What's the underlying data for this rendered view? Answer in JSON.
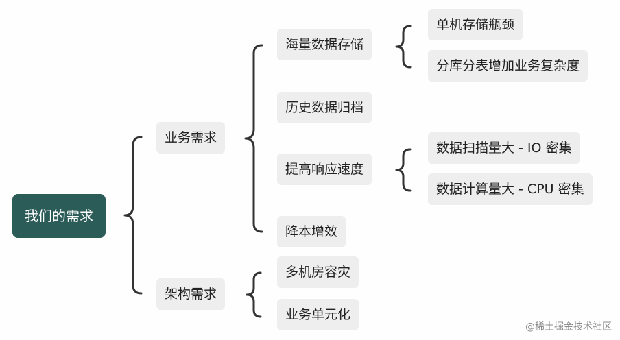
{
  "mindmap": {
    "root": "我们的需求",
    "branches": [
      {
        "label": "业务需求",
        "children": [
          {
            "label": "海量数据存储",
            "children": [
              "单机存储瓶颈",
              "分库分表增加业务复杂度"
            ]
          },
          {
            "label": "历史数据归档",
            "children": []
          },
          {
            "label": "提高响应速度",
            "children": [
              "数据扫描量大 - IO 密集",
              "数据计算量大 - CPU 密集"
            ]
          },
          {
            "label": "降本增效",
            "children": []
          }
        ]
      },
      {
        "label": "架构需求",
        "children": [
          {
            "label": "多机房容灾",
            "children": []
          },
          {
            "label": "业务单元化",
            "children": []
          }
        ]
      }
    ]
  },
  "watermark": "@稀土掘金技术社区"
}
